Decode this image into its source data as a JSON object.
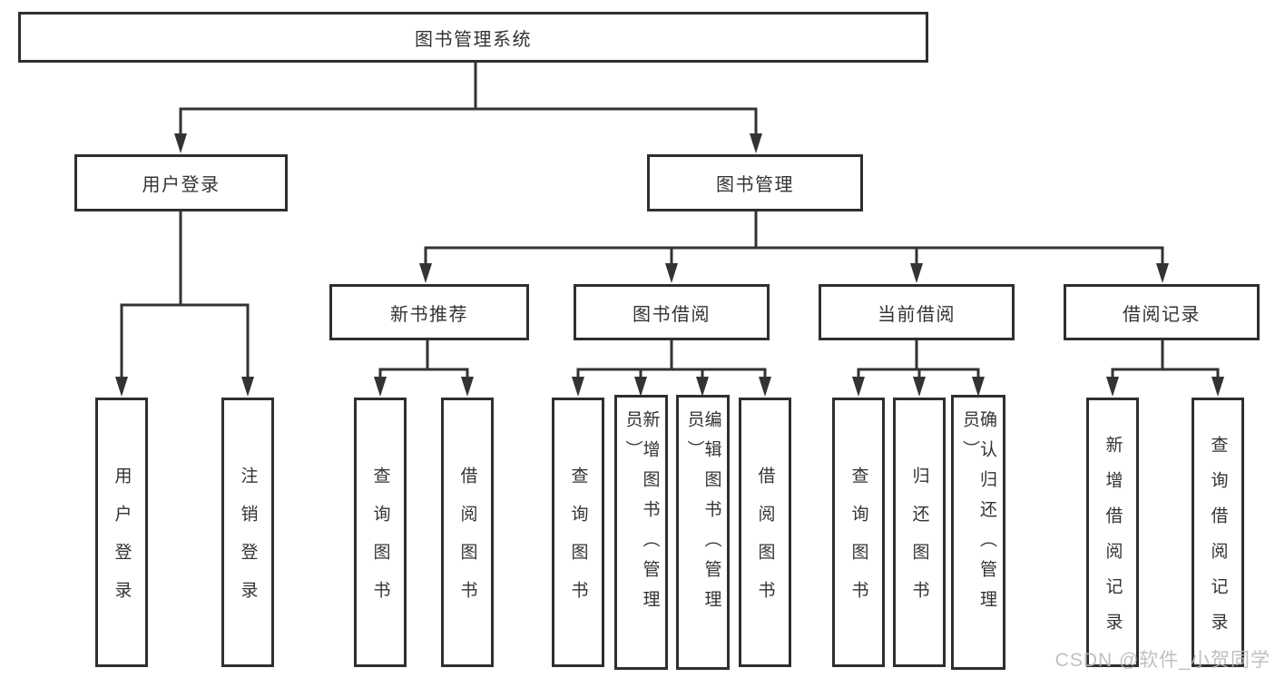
{
  "diagram": {
    "root": {
      "label": "图书管理系统"
    },
    "level1": {
      "user_login_group": {
        "label": "用户登录"
      },
      "book_manage_group": {
        "label": "图书管理"
      }
    },
    "level2": {
      "new_book": {
        "label": "新书推荐"
      },
      "book_borrow": {
        "label": "图书借阅"
      },
      "current_borrow": {
        "label": "当前借阅"
      },
      "borrow_record": {
        "label": "借阅记录"
      }
    },
    "leaves": {
      "user_login": {
        "label": "用户登录"
      },
      "logout": {
        "label": "注销登录"
      },
      "nb_query_book": {
        "label": "查询图书"
      },
      "nb_borrow_book": {
        "label": "借阅图书"
      },
      "bb_query_book": {
        "label": "查询图书"
      },
      "bb_add_book": {
        "label": "新增图书（管理员）"
      },
      "bb_edit_book": {
        "label": "编辑图书（管理员）"
      },
      "bb_borrow_book": {
        "label": "借阅图书"
      },
      "cb_query_book": {
        "label": "查询图书"
      },
      "cb_return_book": {
        "label": "归还图书"
      },
      "cb_confirm_return": {
        "label": "确认归还（管理员）"
      },
      "br_add_record": {
        "label": "新增借阅记录"
      },
      "br_query_record": {
        "label": "查询借阅记录"
      }
    },
    "tree": {
      "图书管理系统": {
        "用户登录": [
          "用户登录",
          "注销登录"
        ],
        "图书管理": {
          "新书推荐": [
            "查询图书",
            "借阅图书"
          ],
          "图书借阅": [
            "查询图书",
            "新增图书（管理员）",
            "编辑图书（管理员）",
            "借阅图书"
          ],
          "当前借阅": [
            "查询图书",
            "归还图书",
            "确认归还（管理员）"
          ],
          "借阅记录": [
            "新增借阅记录",
            "查询借阅记录"
          ]
        }
      }
    },
    "watermark": "CSDN @软件_小贺同学",
    "colors": {
      "line": "#333333",
      "box_border": "#2f2f2f",
      "box_fill": "#ffffff",
      "text": "#333333",
      "watermark": "#b9b9b9"
    }
  }
}
